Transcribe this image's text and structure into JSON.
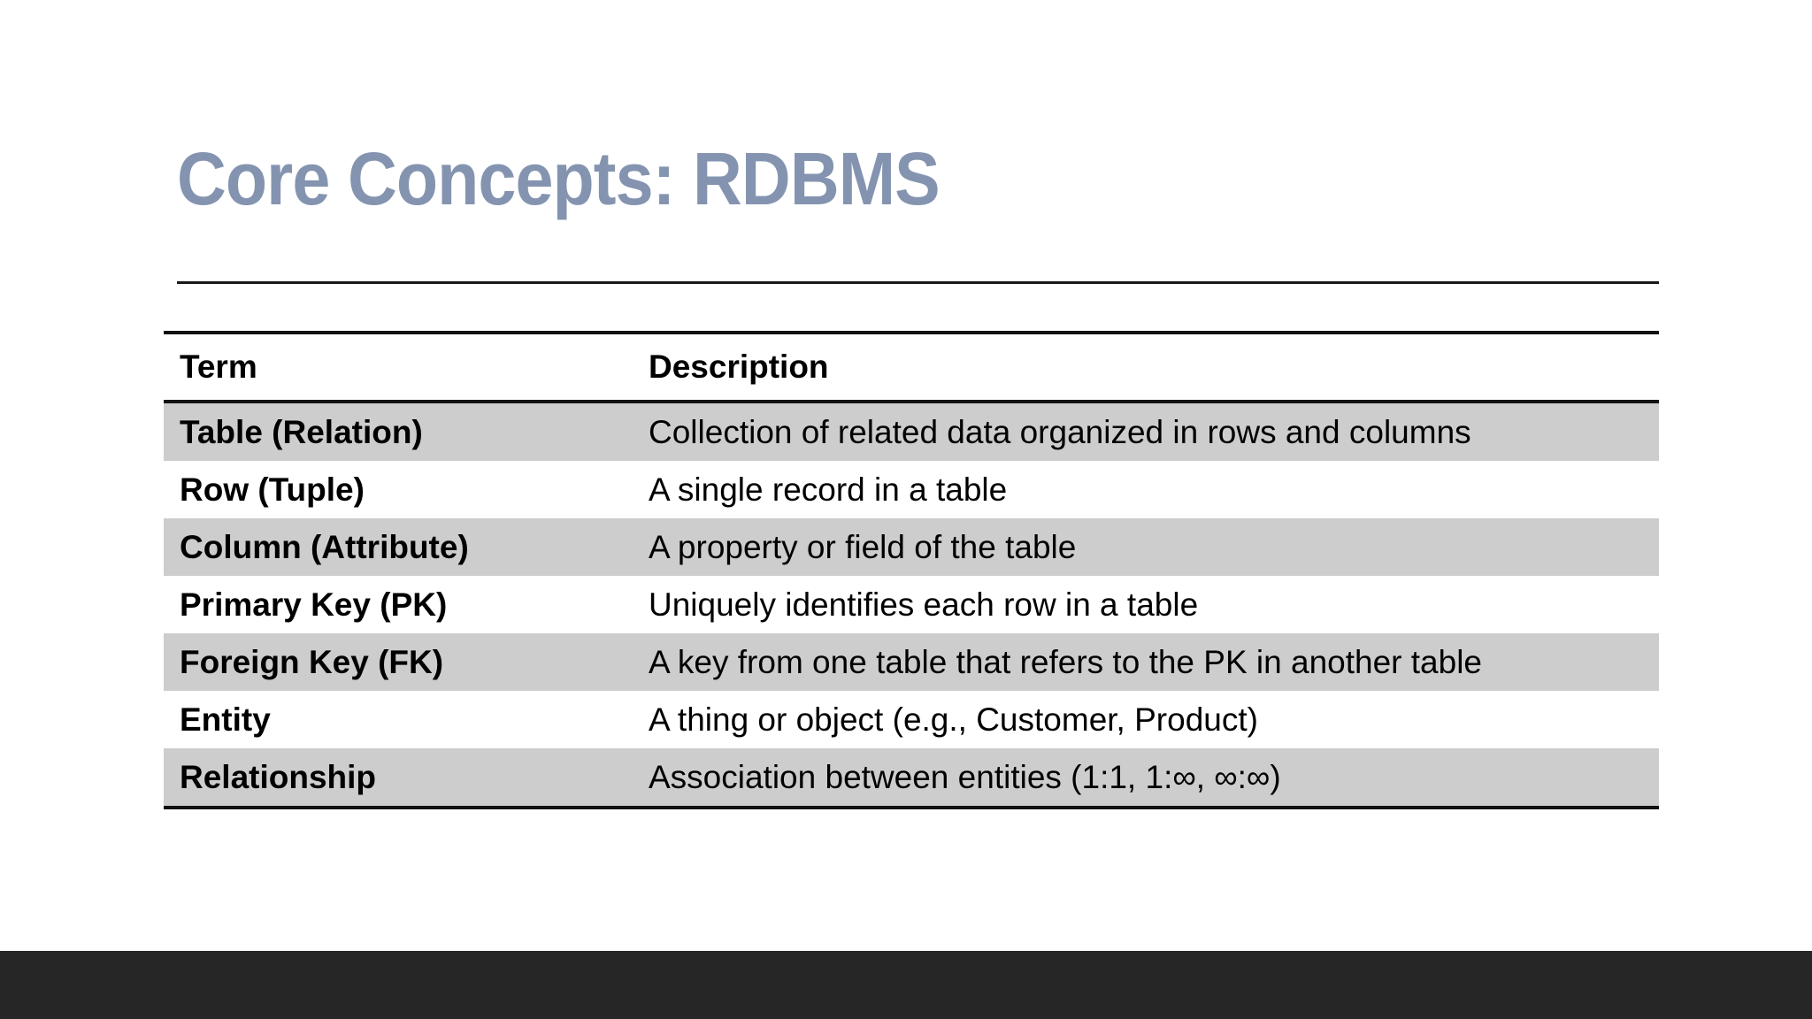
{
  "slide": {
    "title": "Core Concepts: RDBMS",
    "background_color": "#ffffff",
    "title_color": "#8494b0",
    "rule_color": "#1a1a1a",
    "band_color": "#cdcdcd",
    "footer_bar_color": "#262626"
  },
  "table": {
    "headers": {
      "term": "Term",
      "description": "Description"
    },
    "rows": [
      {
        "term": "Table (Relation)",
        "description": "Collection of related data organized in rows and columns"
      },
      {
        "term": "Row (Tuple)",
        "description": "A single record in a table"
      },
      {
        "term": "Column (Attribute)",
        "description": "A property or field of the table"
      },
      {
        "term": "Primary Key (PK)",
        "description": "Uniquely identifies each row in a table"
      },
      {
        "term": "Foreign Key (FK)",
        "description": "A key from one table that refers to the PK in another table"
      },
      {
        "term": "Entity",
        "description": "A thing or object (e.g., Customer, Product)"
      },
      {
        "term": "Relationship",
        "description": "Association between entities (1:1, 1:∞, ∞:∞)"
      }
    ]
  }
}
